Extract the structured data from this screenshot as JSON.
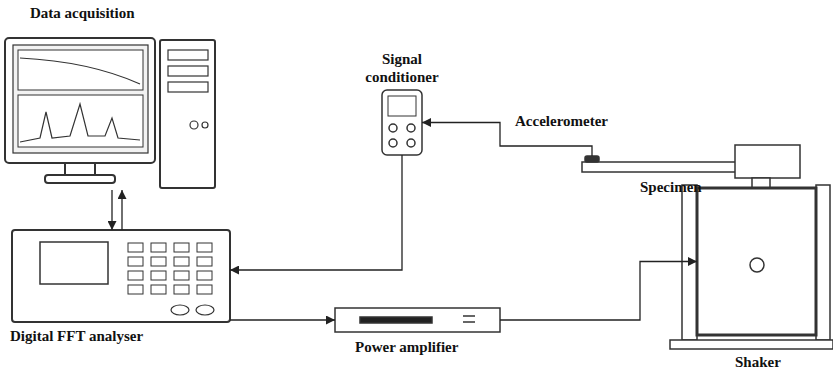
{
  "diagram": {
    "nodes": [
      {
        "text": [
          "Data acquisition"
        ]
      },
      {
        "text": [
          "Signal conditioner"
        ]
      },
      {
        "text": [
          "Accelerometer"
        ]
      },
      {
        "text": [
          "Specimen"
        ]
      },
      {
        "text": [
          "Digital FFT analyser"
        ]
      },
      {
        "text": [
          "Power amplifier"
        ]
      },
      {
        "text": [
          "Shaker"
        ]
      }
    ],
    "edges": [
      {
        "from": 0,
        "to": 4,
        "arrow": "to"
      },
      {
        "from": 4,
        "to": 0,
        "arrow": "to"
      },
      {
        "from": 2,
        "to": 1,
        "arrow": "to"
      },
      {
        "from": 1,
        "to": 4,
        "arrow": "to"
      },
      {
        "from": 4,
        "to": 5,
        "arrow": "to"
      },
      {
        "from": 5,
        "to": 6,
        "arrow": "to"
      }
    ]
  }
}
